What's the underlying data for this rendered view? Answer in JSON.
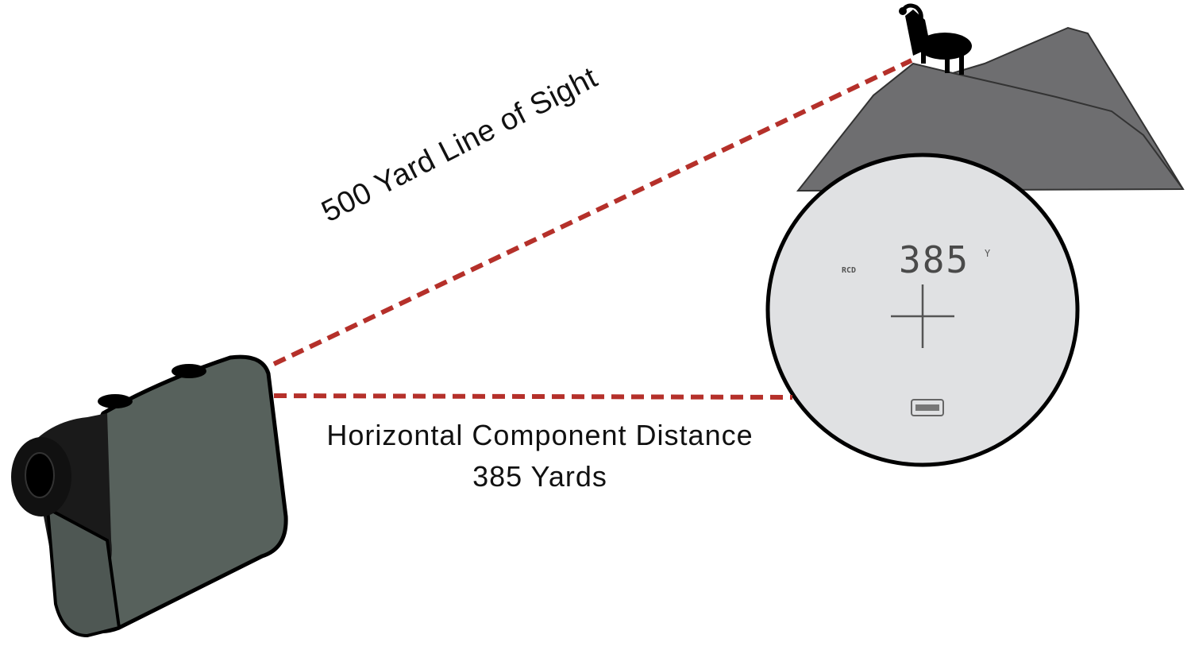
{
  "diagram": {
    "line_of_sight_label": "500 Yard Line of Sight",
    "horizontal_label_line1": "Horizontal Component Distance",
    "horizontal_label_line2": "385 Yards",
    "display": {
      "mode_indicator": "RCD",
      "reading": "385",
      "unit": "Y",
      "crosshair": "crosshair-icon",
      "battery": "battery-icon"
    },
    "elements": [
      "rangefinder",
      "mountain",
      "bighorn-sheep",
      "viewfinder-display"
    ],
    "colors": {
      "dashed_line": "#b5302a",
      "rangefinder_body": "#57615c",
      "mountain": "#6e6e70",
      "display_bg": "#e0e1e3",
      "outline": "#000000"
    }
  }
}
